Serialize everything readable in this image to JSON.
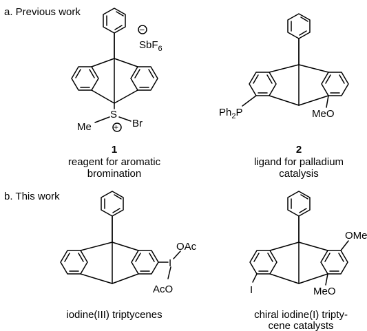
{
  "sections": {
    "previous": {
      "heading": "a. Previous work"
    },
    "current": {
      "heading": "b. This work"
    }
  },
  "compounds": [
    {
      "number": "1",
      "caption": [
        "reagent for aromatic",
        "bromination"
      ],
      "labels": {
        "counterion_main": "SbF",
        "counterion_sub": "6",
        "sulfur": "S",
        "bromine": "Br",
        "methyl": "Me",
        "minus": "−",
        "plus": "+"
      }
    },
    {
      "number": "2",
      "caption": [
        "ligand for palladium",
        "catalysis"
      ],
      "labels": {
        "phosphine_main": "Ph",
        "phosphine_sub": "2",
        "phosphine_atom": "P",
        "methoxy": "MeO"
      }
    },
    {
      "number": "",
      "caption": [
        "iodine(III) triptycenes"
      ],
      "labels": {
        "iodine": "I",
        "acetoxy_top": "OAc",
        "acetoxy_bottom": "AcO"
      }
    },
    {
      "number": "",
      "caption": [
        "chiral iodine(I) tripty-",
        "cene catalysts"
      ],
      "labels": {
        "methoxy_top": "OMe",
        "iodine": "I",
        "methoxy_bottom": "MeO"
      }
    }
  ]
}
